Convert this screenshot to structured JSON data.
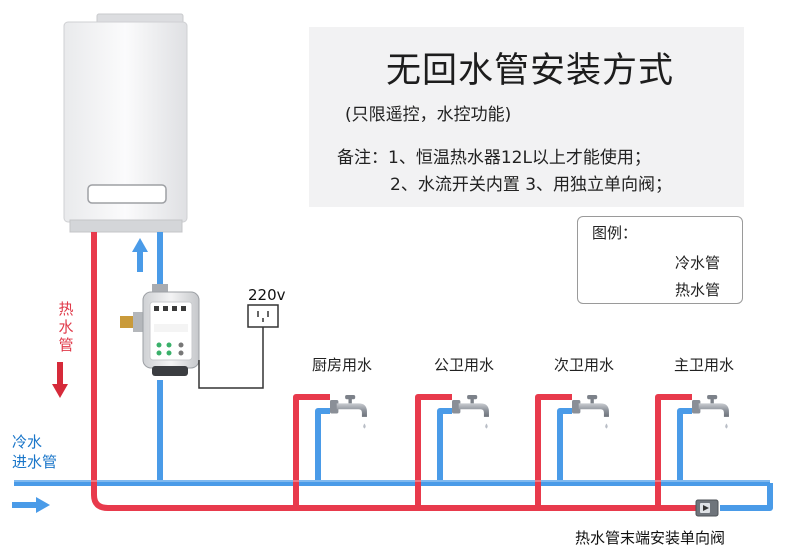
{
  "title": "无回水管安装方式",
  "subtitle": "(只限遥控，水控功能)",
  "notes": {
    "line1": "备注：1、恒温热水器12L以上才能使用；",
    "line2": "2、水流开关内置 3、用独立单向阀；"
  },
  "legend": {
    "title": "图例：",
    "cold_label": "冷水管",
    "hot_label": "热水管"
  },
  "hot_pipe_label": "热水管",
  "cold_inlet_label": [
    "冷水",
    "进水管"
  ],
  "power_label": "220v",
  "outlets": [
    "厨房用水",
    "公卫用水",
    "次卫用水",
    "主卫用水"
  ],
  "end_valve_label": "热水管末端安装单向阀",
  "colors": {
    "cold": "#4a9be8",
    "hot": "#e83a4c",
    "title_box": "#f2f2f3"
  },
  "icons": {
    "heater": "water-heater-icon",
    "pump": "booster-pump-icon",
    "socket": "power-socket-icon",
    "faucet": "faucet-icon",
    "valve": "check-valve-icon"
  }
}
